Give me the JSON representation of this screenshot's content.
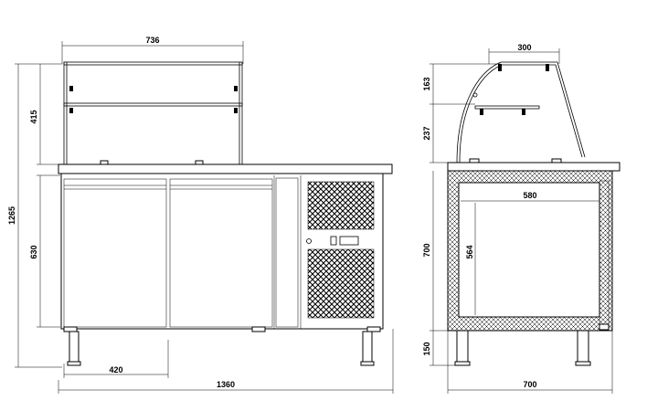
{
  "front_view": {
    "dim_glass_width": "736",
    "dim_total_height": "1265",
    "dim_glass_height": "415",
    "dim_door_height": "630",
    "dim_leg_spacing": "420",
    "dim_total_width": "1360"
  },
  "side_view": {
    "dim_shelf_depth": "300",
    "dim_canopy_top": "163",
    "dim_canopy_bottom": "237",
    "dim_inner_width": "580",
    "dim_cabinet_height": "700",
    "dim_inner_height": "564",
    "dim_leg_height": "150",
    "dim_total_depth": "700"
  },
  "colors": {
    "line": "#000000",
    "background": "#ffffff"
  }
}
